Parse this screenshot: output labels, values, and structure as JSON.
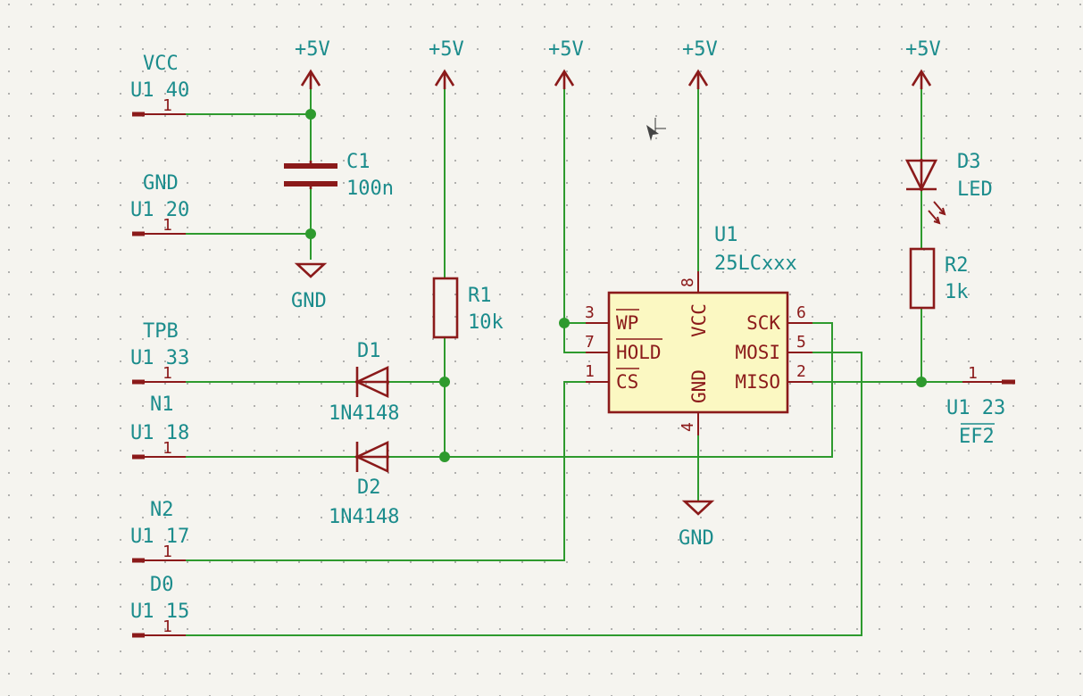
{
  "connectors": [
    {
      "net": "VCC",
      "ref": "U1 40",
      "pin": "1"
    },
    {
      "net": "GND",
      "ref": "U1 20",
      "pin": "1"
    },
    {
      "net": "TPB",
      "ref": "U1 33",
      "pin": "1"
    },
    {
      "net": "N1",
      "ref": "U1 18",
      "pin": "1"
    },
    {
      "net": "N2",
      "ref": "U1 17",
      "pin": "1"
    },
    {
      "net": "D0",
      "ref": "U1 15",
      "pin": "1"
    }
  ],
  "right_connector": {
    "ref": "U1 23",
    "net": "EF2",
    "pin": "1"
  },
  "power": {
    "plus5v": "+5V",
    "gnd": "GND"
  },
  "c1": {
    "ref": "C1",
    "value": "100n"
  },
  "r1": {
    "ref": "R1",
    "value": "10k"
  },
  "r2": {
    "ref": "R2",
    "value": "1k"
  },
  "d1": {
    "ref": "D1",
    "value": "1N4148"
  },
  "d2": {
    "ref": "D2",
    "value": "1N4148"
  },
  "d3": {
    "ref": "D3",
    "value": "LED"
  },
  "u1": {
    "ref": "U1",
    "value": "25LCxxx",
    "pins": {
      "wp": "3",
      "hold": "7",
      "cs": "1",
      "sck": "6",
      "mosi": "5",
      "miso": "2",
      "vcc": "8",
      "gnd": "4"
    },
    "names": {
      "wp": "WP",
      "hold": "HOLD",
      "cs": "CS",
      "sck": "SCK",
      "mosi": "MOSI",
      "miso": "MISO",
      "vcc": "VCC",
      "gnd": "GND"
    }
  },
  "colors": {
    "wire": "#2e9a2e",
    "symbol": "#8b1a1a",
    "text": "#1b8c8c",
    "ic_fill": "#fbf8c2",
    "background": "#f5f4ef"
  }
}
